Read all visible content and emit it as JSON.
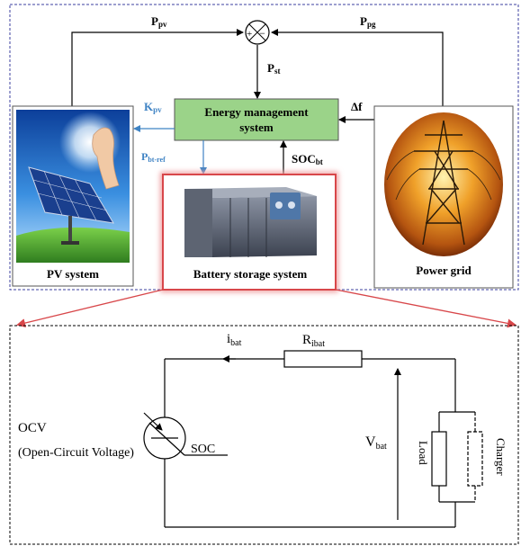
{
  "top_diagram": {
    "ems": {
      "line1": "Energy management",
      "line2": "system"
    },
    "pv": {
      "label": "PV system"
    },
    "battery": {
      "label": "Battery storage system"
    },
    "grid": {
      "label": "Power grid"
    },
    "summing_junction": {
      "plus_top": "+",
      "minus_right": "−"
    },
    "signals": {
      "p_pv": {
        "base": "P",
        "sub": "pv"
      },
      "p_pg": {
        "base": "P",
        "sub": "pg"
      },
      "p_st": {
        "base": "P",
        "sub": "st"
      },
      "k_pv": {
        "base": "K",
        "sub": "pv"
      },
      "p_bt_ref": {
        "base": "P",
        "sub": "bt-ref"
      },
      "soc_bt": {
        "base": "SOC",
        "sub": "bt"
      },
      "delta_f": "Δf"
    },
    "colors": {
      "ems_fill": "#9bd389",
      "blue_signal": "#3f83c4",
      "highlight": "#d8474a",
      "frame": "#3b3f9f"
    }
  },
  "circuit": {
    "i_bat": {
      "base": "i",
      "sub": "bat"
    },
    "r_ibat": {
      "base": "R",
      "sub": "ibat"
    },
    "v_bat": {
      "base": "V",
      "sub": "bat"
    },
    "ocv_line1": "OCV",
    "ocv_line2": "(Open-Circuit Voltage)",
    "soc": "SOC",
    "load": "Load",
    "charger": "Charger"
  }
}
